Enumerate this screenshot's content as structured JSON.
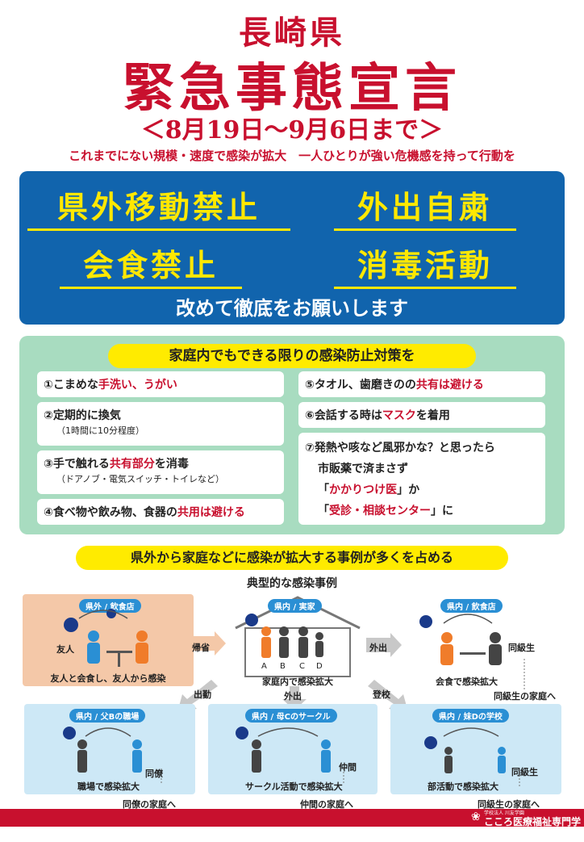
{
  "header": {
    "prefecture": "長崎県",
    "title": "緊急事態宣言",
    "period": "＜8月19日〜9月6日まで＞",
    "tagline": "これまでにない規模・速度で感染が拡大　一人ひとりが強い危機感を持って行動を"
  },
  "measures": {
    "items": [
      "県外移動禁止",
      "外出自粛",
      "会食禁止",
      "消毒活動"
    ],
    "request": "改めて徹底をお願いします"
  },
  "home": {
    "heading": "家庭内でもできる限りの感染防止対策を",
    "i1_a": "①こまめな",
    "i1_b": "手洗い、うがい",
    "i2": "②定期的に換気",
    "i2_sub": "（1時間に10分程度）",
    "i3_a": "③手で触れる",
    "i3_b": "共有部分",
    "i3_c": "を消毒",
    "i3_sub": "（ドアノブ・電気スイッチ・トイレなど）",
    "i4_a": "④食べ物や飲み物、食器の",
    "i4_b": "共用は避ける",
    "i5_a": "⑤タオル、歯磨きのの",
    "i5_b": "共有は避ける",
    "i6_a": "⑥会話する時は",
    "i6_b": "マスク",
    "i6_c": "を着用",
    "i7_l1": "⑦発熱や咳など風邪かな？と思ったら",
    "i7_l2": "市販薬で済まさず",
    "i7_l3a": "「",
    "i7_l3b": "かかりつけ医",
    "i7_l3c": "」か",
    "i7_l4a": "「",
    "i7_l4b": "受診・相談センター",
    "i7_l4c": "」に"
  },
  "cases": {
    "heading": "県外から家庭などに感染が拡大する事例が多くを占める",
    "subheading": "典型的な感染事例",
    "p1_tag": "県外 / 飲食店",
    "p1_friend": "友人",
    "p1_cap": "友人と会食し、友人から感染",
    "arrow_return": "帰省",
    "p2_tag": "県内 / 実家",
    "p2_letters": [
      "A",
      "B",
      "C",
      "D"
    ],
    "p2_cap": "家庭内で感染拡大",
    "arrow_out": "外出",
    "p3_tag": "県内 / 飲食店",
    "p3_peer": "同級生",
    "p3_cap": "会食で感染拡大",
    "p3_home": "同級生の家庭へ",
    "arrow_work": "出勤",
    "arrow_out2": "外出",
    "arrow_school": "登校",
    "p4_tag": "県内 / 父Bの職場",
    "p4_peer": "同僚",
    "p4_cap": "職場で感染拡大",
    "p4_home": "同僚の家庭へ",
    "p5_tag": "県内 / 母Cのサークル",
    "p5_peer": "仲間",
    "p5_cap": "サークル活動で感染拡大",
    "p5_home": "仲間の家庭へ",
    "p6_tag": "県内 / 妹Dの学校",
    "p6_peer": "同級生",
    "p6_cap": "部活動で感染拡大",
    "p6_home": "同級生の家庭へ"
  },
  "footer": {
    "school_small": "学校法人 川友学園",
    "school": "こころ医療福祉専門学校"
  },
  "colors": {
    "red": "#c8102e",
    "blue": "#1164ad",
    "yellow": "#ffe800",
    "green": "#a8dcc0",
    "orange": "#f4c8a8",
    "lightblue": "#cde8f6"
  }
}
